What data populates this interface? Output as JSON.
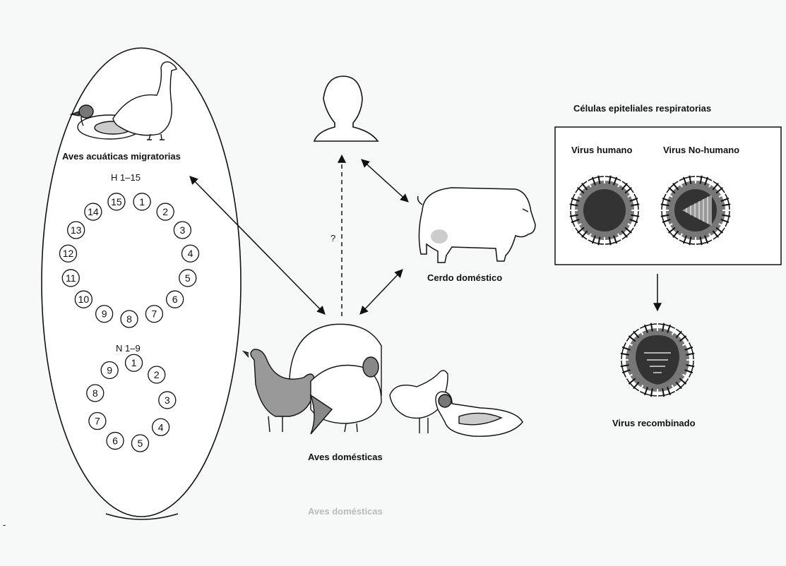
{
  "labels": {
    "migratory_birds": "Aves acuáticas migratorias",
    "h_subtypes": "H 1–15",
    "n_subtypes": "N 1–9",
    "question_mark": "?",
    "domestic_pig": "Cerdo doméstico",
    "domestic_birds": "Aves domésticas",
    "domestic_birds_ghost": "Aves domésticas",
    "epithelial_cells": "Células epiteliales respiratorias",
    "human_virus": "Virus humano",
    "nonhuman_virus": "Virus No-humano",
    "recombined_virus": "Virus recombinado",
    "stray_dash": "-"
  },
  "h_numbers": [
    "1",
    "2",
    "3",
    "4",
    "5",
    "6",
    "7",
    "8",
    "9",
    "10",
    "11",
    "12",
    "13",
    "14",
    "15"
  ],
  "n_numbers": [
    "1",
    "2",
    "3",
    "4",
    "5",
    "6",
    "7",
    "8",
    "9"
  ]
}
